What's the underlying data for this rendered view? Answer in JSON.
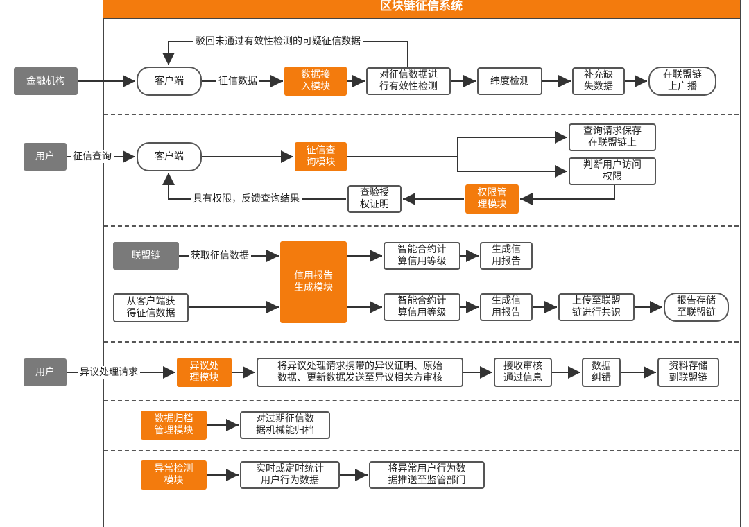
{
  "title": "区块链征信系统",
  "s1": {
    "actor": "金融机构",
    "client": "客户端",
    "edge_data": "征信数据",
    "access_module": "数据接\n入模块",
    "validity": "对征信数据进\n行有效性检测",
    "dimension": "纬度检测",
    "fill": "补充缺\n失数据",
    "broadcast": "在联盟链\n上广播",
    "reject": "驳回未通过有效性检测的可疑征信数据"
  },
  "s2": {
    "actor": "用户",
    "edge_query": "征信查询",
    "client": "客户端",
    "query_module": "征信查\n询模块",
    "save": "查询请求保存\n在联盟链上",
    "judge": "判断用户访问\n权限",
    "perm_module": "权限管\n理模块",
    "verify": "查验授\n权证明",
    "feedback": "具有权限，反馈查询结果"
  },
  "s3": {
    "chain": "联盟链",
    "edge_get": "获取征信数据",
    "from_client": "从客户端获\n得征信数据",
    "report_module": "信用报告\n生成模块",
    "smart1": "智能合约计\n算信用等级",
    "gen1": "生成信\n用报告",
    "smart2": "智能合约计\n算信用等级",
    "gen2": "生成信\n用报告",
    "upload": "上传至联盟\n链进行共识",
    "store": "报告存储\n至联盟链"
  },
  "s4": {
    "actor": "用户",
    "edge_req": "异议处理请求",
    "dispute_module": "异议处\n理模块",
    "send": "将异议处理请求携带的异议证明、原始\n数据、更新数据发送至异议相关方审核",
    "receive": "接收审核\n通过信息",
    "correct": "数据\n纠错",
    "store": "资料存储\n到联盟链"
  },
  "s5": {
    "archive_module": "数据归档\n管理模块",
    "archive": "对过期征信数\n据机械能归档"
  },
  "s6": {
    "anomaly_module": "异常检测\n模块",
    "stats": "实时或定时统计\n用户行为数据",
    "push": "将异常用户行为数\n据推送至监管部门"
  },
  "colors": {
    "accent": "#f37b0d",
    "actor": "#7a7a7a",
    "line": "#333333"
  }
}
